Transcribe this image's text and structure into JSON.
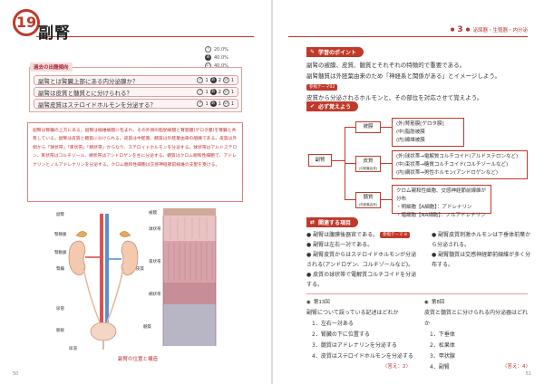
{
  "left": {
    "chapter_num": "19",
    "title": "副腎",
    "stats": [
      {
        "mark": "?",
        "filled": false,
        "value": "20.0%"
      },
      {
        "mark": "あ",
        "filled": true,
        "value": "40.0%"
      },
      {
        "mark": "い",
        "filled": false,
        "value": "40.0%"
      }
    ],
    "past_questions_label": "過去の出題傾向",
    "questions": [
      {
        "text": "副腎とは腎臓上部にある内分泌腺か？",
        "c1": "?",
        "c1v": "1",
        "c2": "あ",
        "c2v": "2",
        "c3": "い",
        "c3v": "1"
      },
      {
        "text": "副腎は皮質と髄質とに分けられる？",
        "c1": "?",
        "c1v": "1",
        "c2": "あ",
        "c2v": "2",
        "c3": "い",
        "c3v": "1"
      },
      {
        "text": "副腎皮質はステロイドホルモンを分泌する？",
        "c1": "?",
        "c1v": "1",
        "c2": "あ",
        "c2v": "1",
        "c3": "い",
        "c3v": "1"
      }
    ],
    "description": "副腎は腎臓の上方にある。副腎は線維被膜に包まれ、その外側の脂肪被膜と腎筋膜(ゲロタ膜)を腎臓と共有している。副腎は皮質と髄質に分けられる。皮質は中胚葉、髄質は外胚葉由来の組織である。皮質は外側から「球状帯」「束状帯」「網状帯」からなり、ステロイドホルモンを分泌する。球状帯はアルドステロン、束状帯はコルチゾール、網状帯はアンドロゲンを主に分泌する。髄質はクロム親和性細胞で、アドレナリンとノルアドレナリンを分泌する。クロム親和性細胞は交感神経節前線維の支配を受ける。",
    "diagram_labels": {
      "adrenal": "副腎",
      "renal_vein": "腎静脈",
      "renal_artery": "腎動脈",
      "kidney": "腎臓",
      "ureter": "尿管",
      "bladder": "膀胱",
      "urethra": "尿道",
      "capsule": "被膜",
      "glomerulosa": "球状帯",
      "fasciculata": "束状帯",
      "reticularis": "網状帯",
      "cortex": "皮質",
      "medulla": "髄質"
    },
    "caption": "副腎の位置と構造",
    "page_number": "50"
  },
  "right": {
    "chapter_label": "泌尿器・生殖器・内分泌",
    "chapter_num": "3",
    "point_header": "学習のポイント",
    "point_text_1": "副腎の被膜、皮質、髄質とそれぞれの特徴的で重要である。",
    "point_text_2": "副腎髄質は外胚葉由来のため「神経系と関係がある」とイメージしよう。",
    "point_text_3": "皮質から分泌されるホルモンと、その部位を対応させて覚えよう。",
    "point_tag": "参照テーマ02",
    "must_header": "必ず覚えよう",
    "root": "副腎",
    "capsule_label": "被膜",
    "capsule_items": [
      "(外)腎筋膜[ゲロタ膜]",
      "(中)脂肪被膜",
      "(内)線維被膜"
    ],
    "cortex_label": "皮質",
    "cortex_sub": "(中胚葉由来)",
    "cortex_items": [
      "(外)球状帯→電解質コルチコイド(アルドステロンなど)",
      "(中)束状帯→糖質コルチコイド(コルチゾールなど)",
      "(内)網状帯→男性ホルモン(アンドロゲンなど)"
    ],
    "medulla_label": "髄質",
    "medulla_sub": "(外胚葉由来)",
    "medulla_items": [
      "クロム親和性細胞、交感神経節前線維が分布",
      "・明細胞【A細胞】：アドレナリン",
      "・暗細胞【NA細胞】：ノルアドレナリン"
    ],
    "related_header": "関連する項目",
    "related_left": [
      "副腎は腹膜後器官である。",
      "副腎は左右一対である。",
      "副腎皮質からはステロイドホルモンが分泌される(アンドロゲン、コルチゾールなど)。",
      "皮質の球状帯で電解質コルチコイドを分泌する。"
    ],
    "related_tag": "参照テーマ 8",
    "related_right": [
      "副腎皮質刺激ホルモンは下垂体前葉から分泌される。",
      "副腎髄質は交感神経節前線維が多く分布する。"
    ],
    "q1_label": "第13回",
    "q1_text": "副腎について誤っている記述はどれか",
    "q1_choices": [
      "1．左右一対ある",
      "2．腎臓の下に位置する",
      "3．髄質はアドレナリンを分泌する",
      "4．皮質はステロイドホルモンを分泌する"
    ],
    "q1_answer": "〈答え：2〉",
    "q2_label": "第8回",
    "q2_text": "皮質と髄質とに分けられる内分泌器はどれか",
    "q2_choices": [
      "1．下垂体",
      "2．松果体",
      "3．甲状腺",
      "4．副腎"
    ],
    "q2_answer": "〈答え：4〉",
    "page_number": "51"
  }
}
